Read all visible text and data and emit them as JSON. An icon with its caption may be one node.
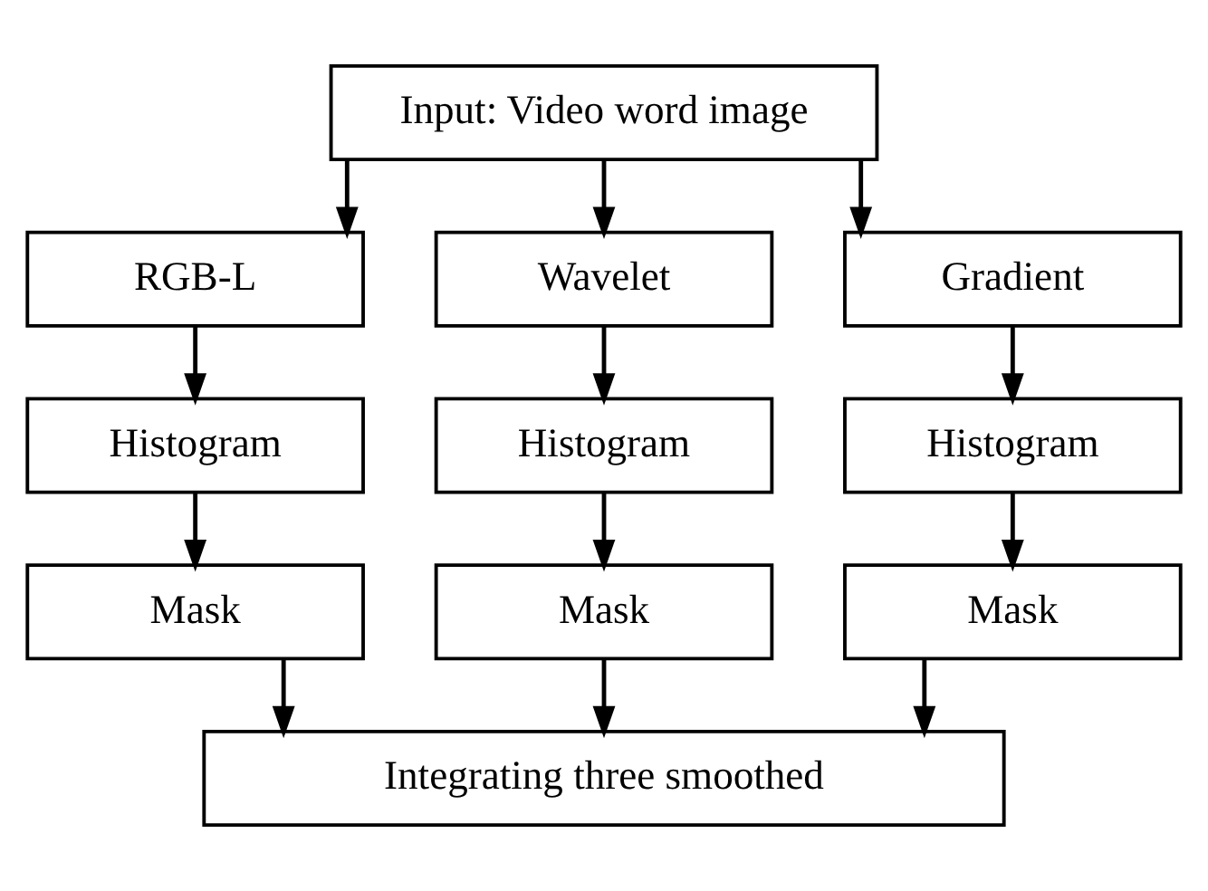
{
  "diagram": {
    "nodes": [
      {
        "text": [
          "Input: Video word image"
        ]
      },
      {
        "text": [
          "RGB-L"
        ]
      },
      {
        "text": [
          "Wavelet"
        ]
      },
      {
        "text": [
          "Gradient"
        ]
      },
      {
        "text": [
          "Histogram"
        ]
      },
      {
        "text": [
          "Histogram"
        ]
      },
      {
        "text": [
          "Histogram"
        ]
      },
      {
        "text": [
          "Mask"
        ]
      },
      {
        "text": [
          "Mask"
        ]
      },
      {
        "text": [
          "Mask"
        ]
      },
      {
        "text": [
          "Integrating three smoothed"
        ]
      }
    ],
    "edges": [
      {
        "from": 0,
        "to": 1,
        "arrow": "to"
      },
      {
        "from": 0,
        "to": 2,
        "arrow": "to"
      },
      {
        "from": 0,
        "to": 3,
        "arrow": "to"
      },
      {
        "from": 1,
        "to": 4,
        "arrow": "to"
      },
      {
        "from": 4,
        "to": 7,
        "arrow": "to"
      },
      {
        "from": 2,
        "to": 5,
        "arrow": "to"
      },
      {
        "from": 5,
        "to": 8,
        "arrow": "to"
      },
      {
        "from": 3,
        "to": 6,
        "arrow": "to"
      },
      {
        "from": 6,
        "to": 9,
        "arrow": "to"
      },
      {
        "from": 7,
        "to": 10,
        "arrow": "to"
      },
      {
        "from": 8,
        "to": 10,
        "arrow": "to"
      },
      {
        "from": 9,
        "to": 10,
        "arrow": "to"
      }
    ]
  }
}
